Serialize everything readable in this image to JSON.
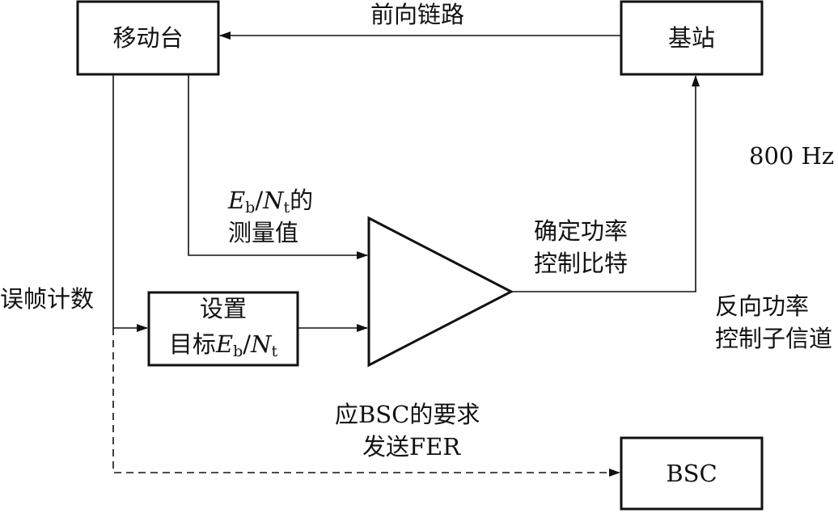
{
  "nodes": {
    "mobile_station": "移动台",
    "base_station": "基站",
    "bsc": "BSC",
    "setpoint_line1": "设置",
    "setpoint_line2_prefix": "目标",
    "setpoint_var_e": "E",
    "setpoint_sub_b": "b",
    "setpoint_slash": "/",
    "setpoint_var_n": "N",
    "setpoint_sub_t": "t"
  },
  "labels": {
    "forward_link": "前向链路",
    "rate": "800 Hz",
    "ebnt_var_e": "E",
    "ebnt_sub_b": "b",
    "ebnt_slash": "/",
    "ebnt_var_n": "N",
    "ebnt_sub_t": "t",
    "ebnt_suffix": "的",
    "measured_value": "测量值",
    "decide_line1": "确定功率",
    "decide_line2": "控制比特",
    "reverse_line1": "反向功率",
    "reverse_line2": "控制子信道",
    "frame_error_count": "误帧计数",
    "bsc_request_line1": "应BSC的要求",
    "bsc_request_line2": "发送FER"
  }
}
